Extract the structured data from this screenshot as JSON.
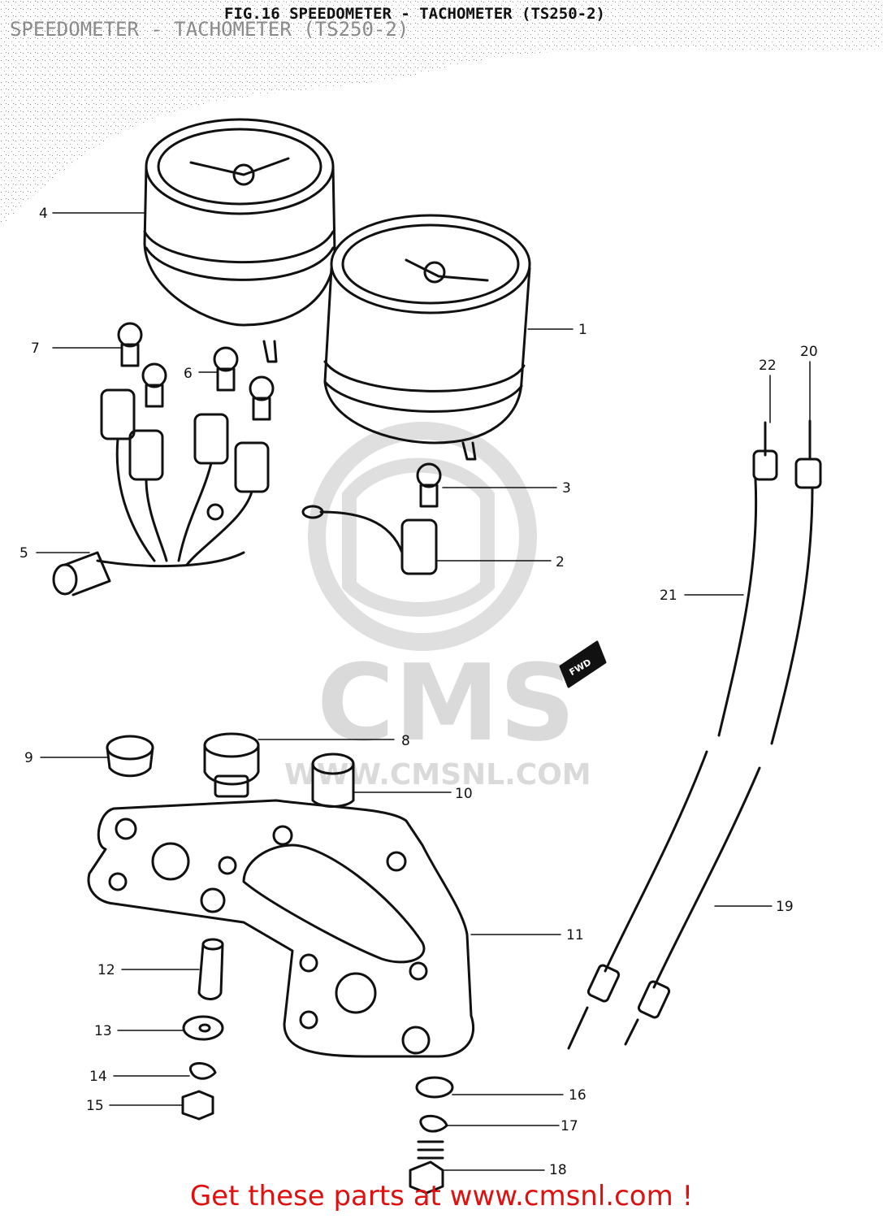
{
  "diagram": {
    "header_text": "SPEEDOMETER - TACHOMETER (TS250-2)",
    "figure_title": "FIG.16  SPEEDOMETER - TACHOMETER (TS250-2)",
    "fwd_tag": "FWD",
    "callouts": [
      "1",
      "2",
      "3",
      "4",
      "5",
      "6",
      "7",
      "8",
      "9",
      "10",
      "11",
      "12",
      "13",
      "14",
      "15",
      "16",
      "17",
      "18",
      "19",
      "20",
      "21",
      "22"
    ]
  },
  "watermark": {
    "brand": "CMS",
    "url": "WWW.CMSNL.COM"
  },
  "footer": {
    "link_text": "Get these parts at www.cmsnl.com !",
    "link_color": "#e01010"
  }
}
